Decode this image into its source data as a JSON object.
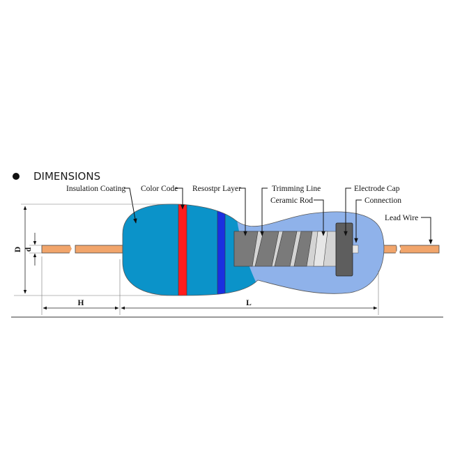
{
  "heading": "DIMENSIONS",
  "labels": {
    "insulation_coating": "Insulation Coating",
    "color_code": "Color Code",
    "resistor_layer": "Resostpr Layer",
    "trimming_line": "Trimming Line",
    "ceramic_rod": "Ceramic Rod",
    "electrode_cap": "Electrode Cap",
    "connection": "Connection",
    "lead_wire": "Lead Wire"
  },
  "dimensions": {
    "D": "D",
    "d": "d",
    "H": "H",
    "L": "L"
  },
  "colors": {
    "coating_dark": "#0b93c9",
    "coating_light": "#8fb2ea",
    "band_red": "#ff1d1d",
    "band_blue": "#1a2fe0",
    "lead_wire": "#f1a56b",
    "resistor_layer": "#7a7a7a",
    "ceramic_rod": "#d4d4d4",
    "electrode_cap": "#5e5e5e"
  }
}
